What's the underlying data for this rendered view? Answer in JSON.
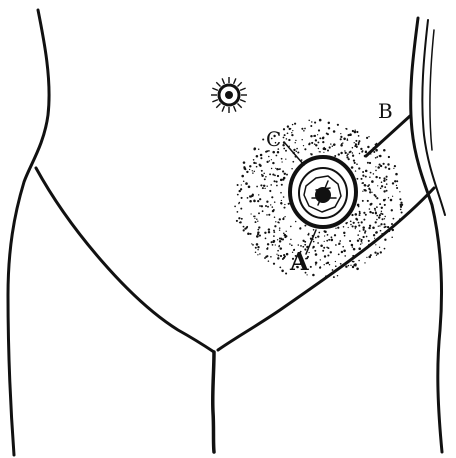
{
  "figure": {
    "labels": {
      "a": "A",
      "b": "B",
      "c": "C"
    },
    "ink_color": "#111111",
    "background_color": "#ffffff"
  }
}
